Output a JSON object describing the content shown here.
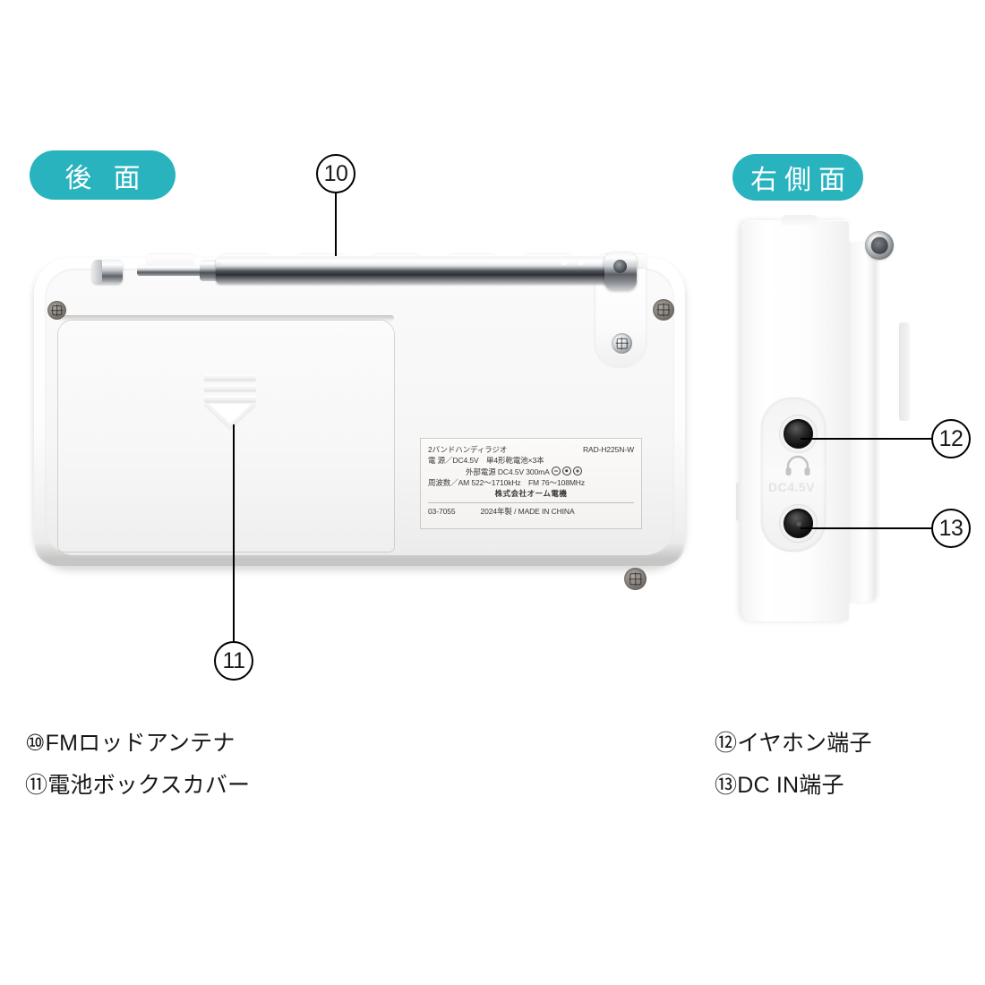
{
  "badges": {
    "back": "後 面",
    "right": "右側面"
  },
  "callouts": {
    "c10": "10",
    "c11": "11",
    "c12": "12",
    "c13": "13"
  },
  "spec_label": {
    "product_name": "2バンドハンディラジオ",
    "model": "RAD-H225N-W",
    "power_label": "電 源／",
    "power_value": "DC4.5V　単4形乾電池×3本",
    "external_label": "外部電源",
    "external_value": "DC4.5V 300mA",
    "frequency_label": "周波数／",
    "frequency_value": "AM 522〜1710kHz　FM 76〜108MHz",
    "company": "株式会社オーム電機",
    "code": "03-7055",
    "manufacture": "2024年製 / MADE IN CHINA"
  },
  "side_view": {
    "emboss_dc": "DC4.5V",
    "headphone_icon_name": "headphone-icon"
  },
  "legend": {
    "left": [
      {
        "marker": "⑩",
        "text": "FMロッドアンテナ"
      },
      {
        "marker": "⑪",
        "text": "電池ボックスカバー"
      }
    ],
    "right": [
      {
        "marker": "⑫",
        "text": "イヤホン端子"
      },
      {
        "marker": "⑬",
        "text": "DC IN端子"
      }
    ]
  },
  "colors": {
    "badge_teal": "#29b3be",
    "background": "#ffffff",
    "text": "#171717",
    "label_text": "#3b3833"
  }
}
